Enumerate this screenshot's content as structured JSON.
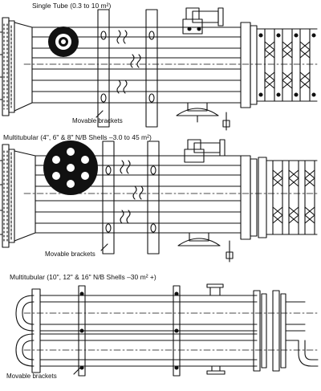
{
  "captions": {
    "single": "Single Tube  (0.3 to 10 m²)",
    "multi_small": "Multitubular (4\", 6\" & 8\" N/B Shells –3.0 to 45 m²)",
    "multi_large": "Multitubular (10\", 12\" & 16\" N/B Shells –30 m² +)"
  },
  "labels": {
    "brackets_1": "Movable brackets",
    "brackets_2": "Movable brackets",
    "brackets_3": "Movable brackets"
  },
  "colors": {
    "ink": "#111111",
    "paper": "#ffffff"
  }
}
